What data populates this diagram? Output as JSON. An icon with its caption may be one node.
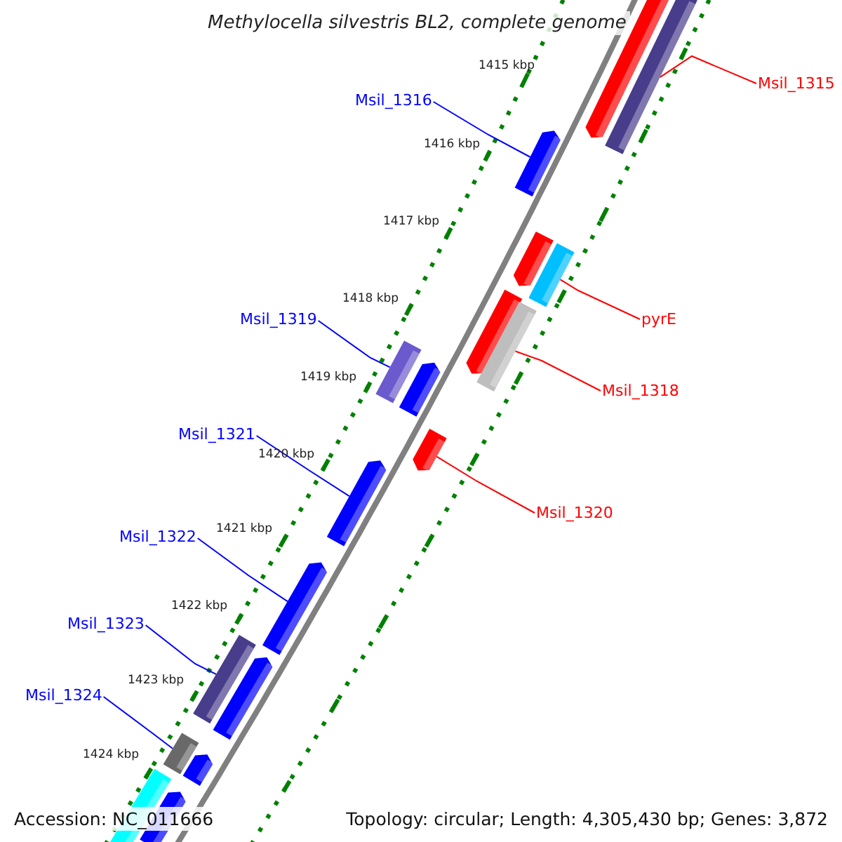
{
  "diagram": {
    "title": "Methylocella silvestris BL2, complete genome",
    "nodes": [
      {
        "text": [
          "Msil_1315"
        ]
      },
      {
        "text": [
          "Msil_1316"
        ]
      },
      {
        "text": [
          "pyrE"
        ]
      },
      {
        "text": [
          "Msil_1318"
        ]
      },
      {
        "text": [
          "Msil_1319"
        ]
      },
      {
        "text": [
          "Msil_1320"
        ]
      },
      {
        "text": [
          "Msil_1321"
        ]
      },
      {
        "text": [
          "Msil_1322"
        ]
      },
      {
        "text": [
          "Msil_1323"
        ]
      },
      {
        "text": [
          "Msil_1324"
        ]
      },
      {
        "text": [],
        "shape": "bar"
      },
      {
        "text": [],
        "shape": "bar"
      },
      {
        "text": [],
        "shape": "bar"
      },
      {
        "text": [],
        "shape": "bar"
      },
      {
        "text": [],
        "shape": "bar"
      },
      {
        "text": [],
        "shape": "bar"
      },
      {
        "text": [],
        "shape": "bar"
      },
      {
        "text": [],
        "shape": "bar"
      },
      {
        "text": [],
        "shape": "bar"
      },
      {
        "text": [],
        "shape": "bar"
      },
      {
        "text": [],
        "shape": "bar"
      },
      {
        "text": [],
        "shape": "bar"
      },
      {
        "text": [],
        "shape": "bar"
      },
      {
        "text": [],
        "shape": "bar"
      },
      {
        "text": [],
        "shape": "bar"
      },
      {
        "text": [],
        "shape": "bar"
      },
      {
        "text": [],
        "shape": "bar"
      },
      {
        "text": [],
        "shape": "bar"
      }
    ],
    "edges": [
      {
        "from": 0,
        "to": 11,
        "arrow": "none",
        "color": "#ff0000"
      },
      {
        "from": 1,
        "to": 12,
        "arrow": "none",
        "color": "#0000ff"
      },
      {
        "from": 2,
        "to": 14,
        "arrow": "none",
        "color": "#ff0000"
      },
      {
        "from": 3,
        "to": 16,
        "arrow": "none",
        "color": "#ff0000"
      },
      {
        "from": 4,
        "to": 17,
        "arrow": "none",
        "color": "#0000ff"
      },
      {
        "from": 5,
        "to": 19,
        "arrow": "none",
        "color": "#ff0000"
      },
      {
        "from": 6,
        "to": 20,
        "arrow": "none",
        "color": "#0000ff"
      },
      {
        "from": 7,
        "to": 21,
        "arrow": "none",
        "color": "#0000ff"
      },
      {
        "from": 8,
        "to": 22,
        "arrow": "none",
        "color": "#0000ff"
      },
      {
        "from": 9,
        "to": 24,
        "arrow": "none",
        "color": "#0000ff"
      }
    ],
    "labels": [
      "1415 kbp",
      "1416 kbp",
      "1417 kbp",
      "1418 kbp",
      "1419 kbp",
      "1420 kbp",
      "1421 kbp",
      "1422 kbp",
      "1423 kbp",
      "1424 kbp",
      "Accession: NC_011666",
      "Topology: circular; Length: 4,305,430 bp; Genes: 3,872"
    ]
  }
}
